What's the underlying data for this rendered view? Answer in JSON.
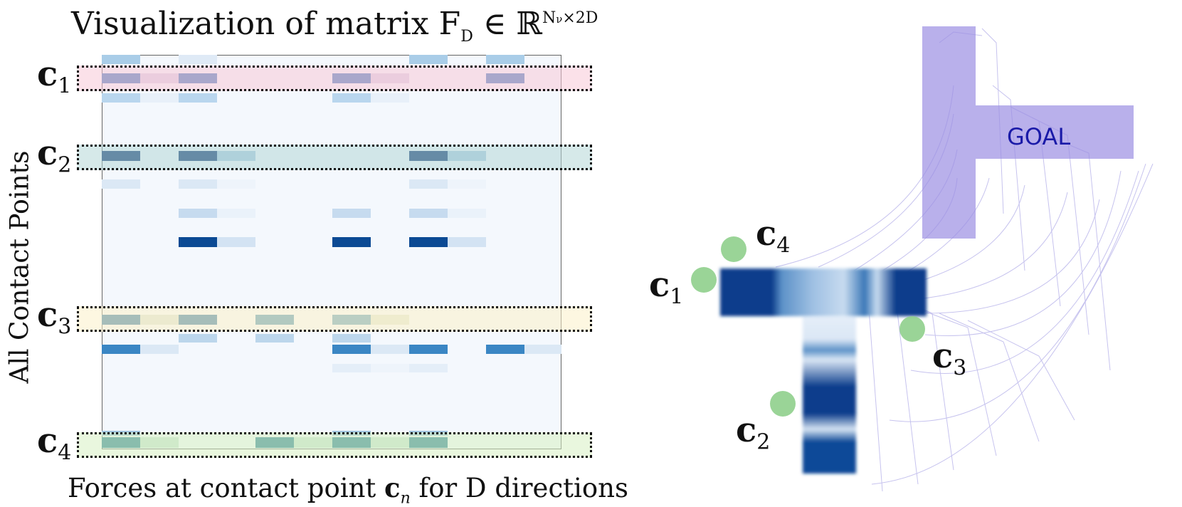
{
  "left_panel": {
    "title_prefix": "Visualization of matrix F",
    "title_sub": "D",
    "title_mid": " ∈ ℝ",
    "title_sup": "N",
    "title_sup_sub": "ν",
    "title_sup_rest": "×2D",
    "y_axis_label": "All Contact Points",
    "x_axis_label_prefix": "Forces at contact point ",
    "x_axis_label_c": "c",
    "x_axis_label_n": "n",
    "x_axis_label_suffix": " for D directions",
    "contact_labels": [
      {
        "c": "c",
        "n": "1"
      },
      {
        "c": "c",
        "n": "2"
      },
      {
        "c": "c",
        "n": "3"
      },
      {
        "c": "c",
        "n": "4"
      }
    ],
    "band_colors": [
      "#f7d6e0",
      "#c9e4e4",
      "#fbf3d4",
      "#e2f4d0"
    ],
    "heatmap_colormap": [
      "#f4f8fd",
      "#08306b"
    ]
  },
  "right_panel": {
    "goal_label": "GOAL",
    "goal_color": "#9b8fe3",
    "contact_labels": [
      {
        "c": "c",
        "n": "4"
      },
      {
        "c": "c",
        "n": "1"
      },
      {
        "c": "c",
        "n": "3"
      },
      {
        "c": "c",
        "n": "2"
      }
    ],
    "contact_marker_color": "#8fcf8c",
    "object_color": "#0b3d8c"
  }
}
